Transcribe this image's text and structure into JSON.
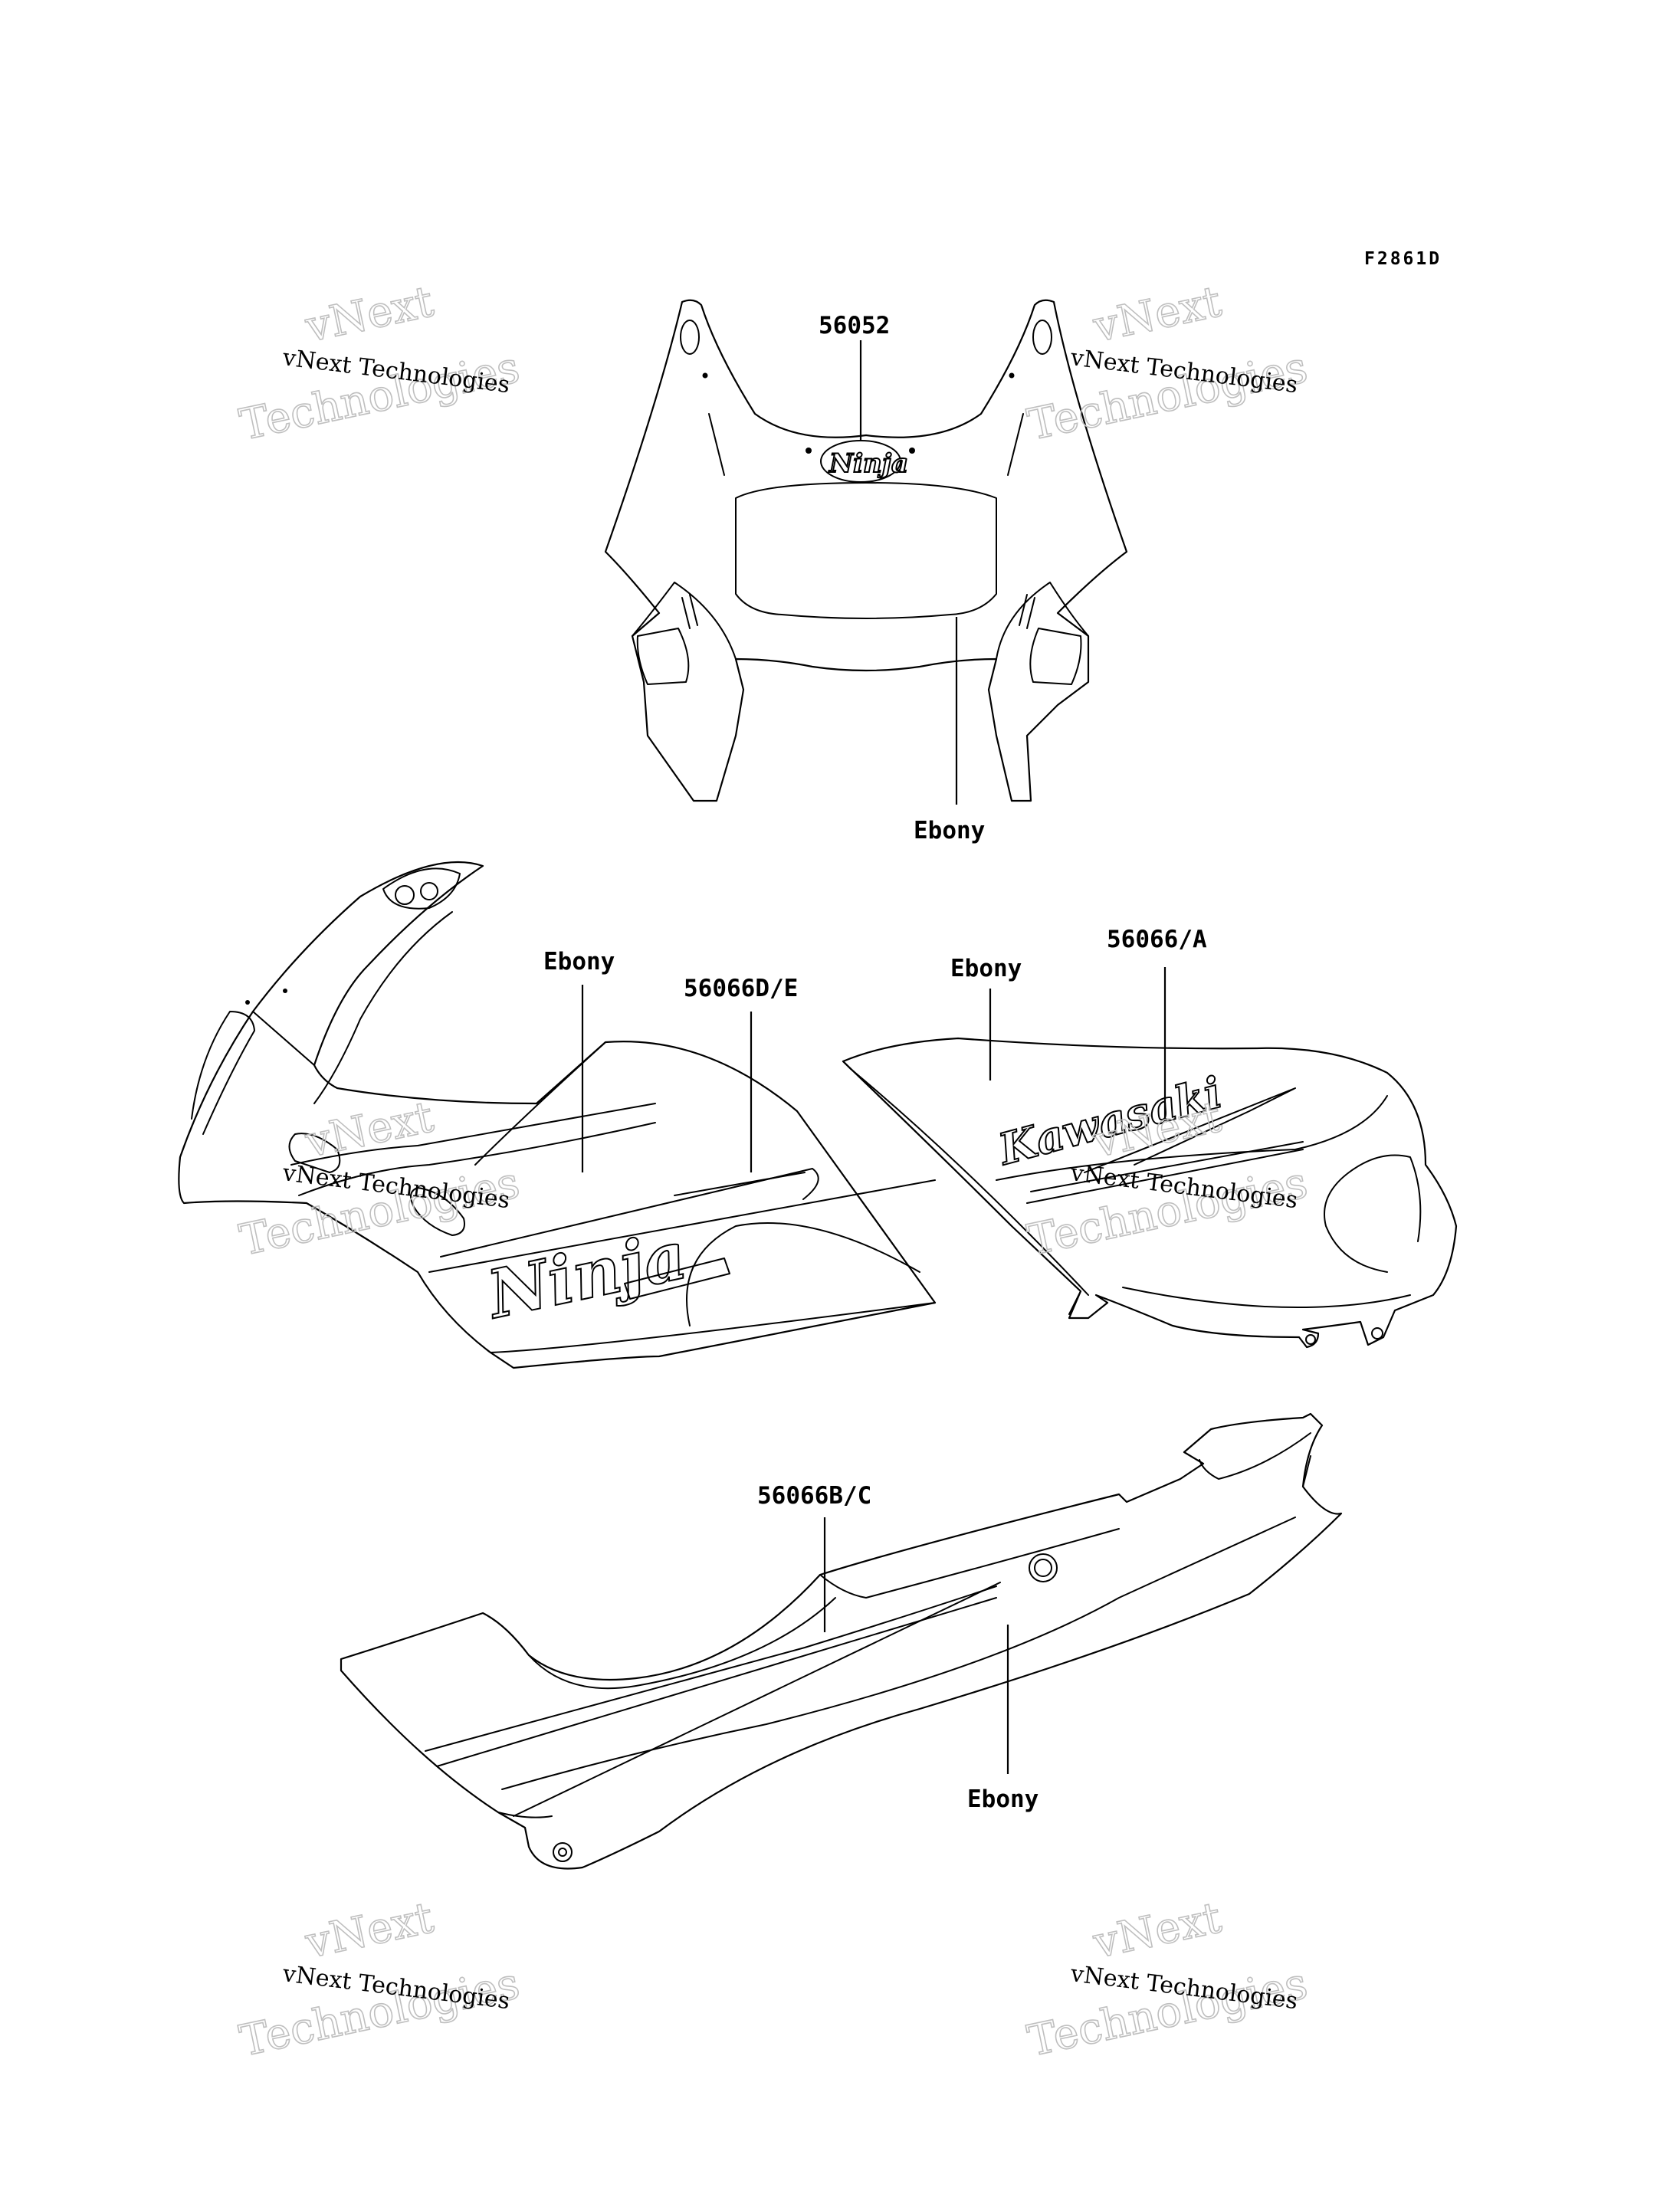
{
  "figure_code": "F2861D",
  "callouts": {
    "upper_cowl_part": "56052",
    "upper_cowl_color": "Ebony",
    "side_cowl_part": "56066D/E",
    "side_cowl_color": "Ebony",
    "side_cover_part": "56066/A",
    "side_cover_color": "Ebony",
    "lower_fairing_part": "56066B/C",
    "lower_fairing_color": "Ebony"
  },
  "decals": {
    "upper": "Ninja",
    "side": "Ninja",
    "cover": "Kawasaki"
  },
  "watermark": {
    "line_small": "vNext Technologies",
    "line_big_1": "vNext",
    "line_big_2": "Technologies"
  }
}
